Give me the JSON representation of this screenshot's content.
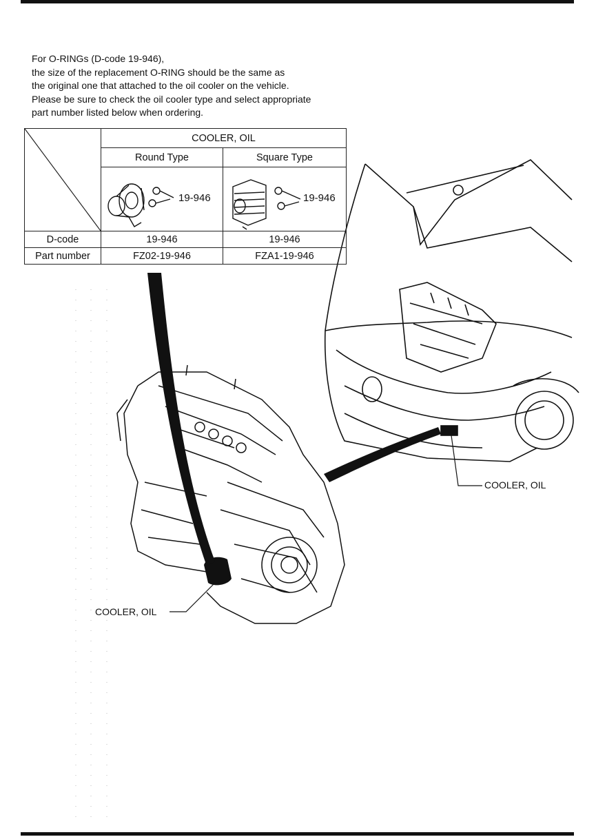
{
  "note": {
    "lines": [
      "For O-RINGs (D-code  19-946),",
      "the size of the replacement O-RING should be the same as",
      "the original one that attached to the oil cooler on the vehicle.",
      "Please be sure to check the oil cooler type and select appropriate",
      "part number listed below when ordering."
    ]
  },
  "table": {
    "header": "COOLER, OIL",
    "columns": [
      "Round Type",
      "Square Type"
    ],
    "image_codes": [
      "19-946",
      "19-946"
    ],
    "rows": [
      {
        "label": "D-code",
        "values": [
          "19-946",
          "19-946"
        ]
      },
      {
        "label": "Part number",
        "values": [
          "FZ02-19-946",
          "FZA1-19-946"
        ]
      }
    ]
  },
  "callouts": {
    "engine": "COOLER, OIL",
    "vehicle": "COOLER, OIL"
  },
  "icons": {
    "round_cooler": "round-oil-cooler-icon",
    "square_cooler": "square-oil-cooler-icon",
    "o_ring": "o-ring-icon"
  }
}
